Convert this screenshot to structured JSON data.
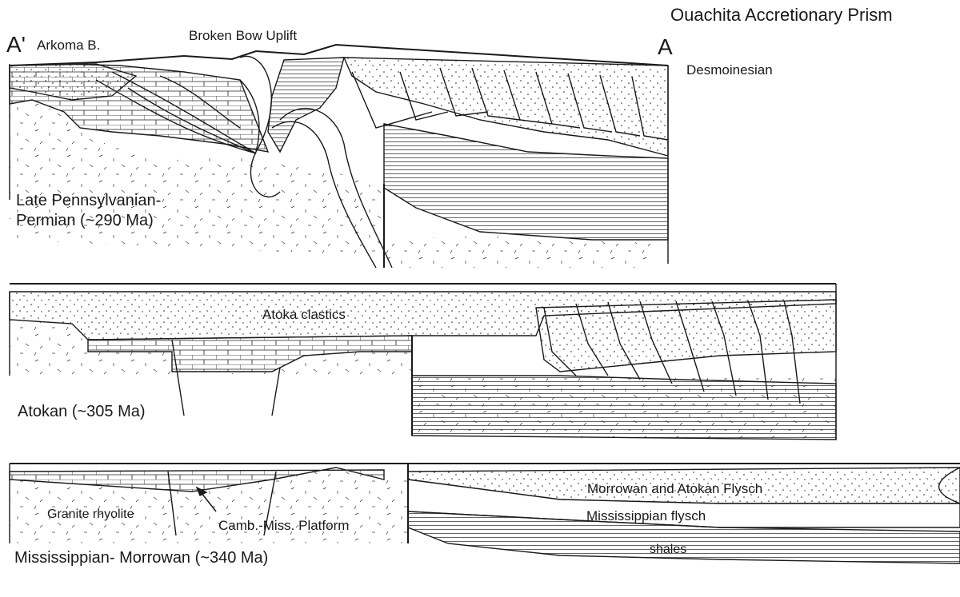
{
  "title": "Ouachita Accretionary Prism",
  "section_start": "A'",
  "section_end": "A",
  "panel1": {
    "arkoma": "Arkoma B.",
    "uplift": "Broken Bow Uplift",
    "desmoinesian": "Desmoinesian",
    "age": "Late Pennsylvanian-\nPermian (~290 Ma)"
  },
  "panel2": {
    "atoka_clastics": "Atoka clastics",
    "age": "Atokan (~305 Ma)"
  },
  "panel3": {
    "granite": "Granite rhyolite",
    "platform": "Camb.-Miss. Platform",
    "flysch1": "Morrowan and Atokan Flysch",
    "flysch2": "Mississippian flysch",
    "shales": "shales",
    "age": "Mississippian- Morrowan (~340 Ma)"
  },
  "colors": {
    "line": "#1a1a1a",
    "background": "#ffffff"
  }
}
